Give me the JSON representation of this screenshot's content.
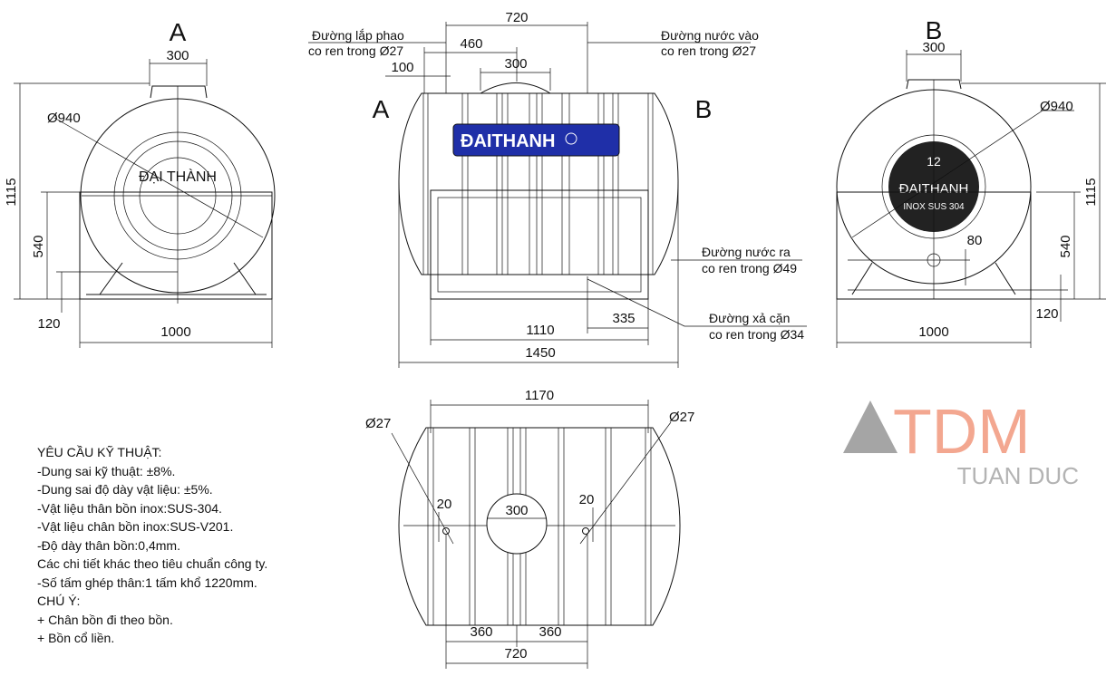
{
  "views": {
    "side_a": {
      "label": "A",
      "top_width": "300",
      "diameter": "Ø940",
      "height_total": "1115",
      "height_frame": "540",
      "height_base": "120",
      "base_width": "1000",
      "logo_text": "ĐẠI THÀNH"
    },
    "front": {
      "label_a": "A",
      "label_b": "B",
      "dim_top": "720",
      "dim_460": "460",
      "dim_manhole": "300",
      "dim_100": "100",
      "dim_frame": "1110",
      "dim_drain": "335",
      "dim_length": "1450",
      "float_inlet": [
        "Đường lắp phao",
        "co ren trong Ø27"
      ],
      "water_in": [
        "Đường nước vào",
        "co ren trong Ø27"
      ],
      "water_out": [
        "Đường nước ra",
        "co ren trong Ø49"
      ],
      "drain": [
        "Đường xả cặn",
        "co ren trong Ø34"
      ],
      "brand_label": "ĐAITHANH",
      "brand_color": "#1f2fa8"
    },
    "side_b": {
      "label": "B",
      "top_width": "300",
      "diameter": "Ø940",
      "height_total": "1115",
      "height_frame": "540",
      "height_base": "120",
      "base_width": "1000",
      "outlet_offset": "80",
      "badge_number": "12",
      "badge_brand": "ĐAITHANH",
      "badge_material": "INOX SUS 304"
    },
    "top": {
      "width": "1170",
      "hole_left": "Ø27",
      "hole_right": "Ø27",
      "offset_left": "20",
      "offset_right": "20",
      "manhole": "300",
      "dim_360_left": "360",
      "dim_360_right": "360",
      "dim_720": "720"
    }
  },
  "notes": [
    "YÊU CẦU KỸ THUẬT:",
    "-Dung sai kỹ thuật: ±8%.",
    "-Dung sai độ dày vật liệu: ±5%.",
    "-Vật liệu thân bồn inox:SUS-304.",
    "-Vật liệu chân bồn inox:SUS-V201.",
    "-Độ dày thân bồn:0,4mm.",
    "Các chi tiết khác theo tiêu chuẩn công ty.",
    "-Số tấm ghép thân:1 tấm khổ 1220mm.",
    "CHÚ Ý:",
    "+ Chân bồn đi theo bồn.",
    "+ Bồn cổ liền."
  ],
  "watermark": {
    "logo": "TDM",
    "name": "TUAN DUC",
    "logo_color": "#f08a6c",
    "name_color": "#9a9a9a"
  }
}
